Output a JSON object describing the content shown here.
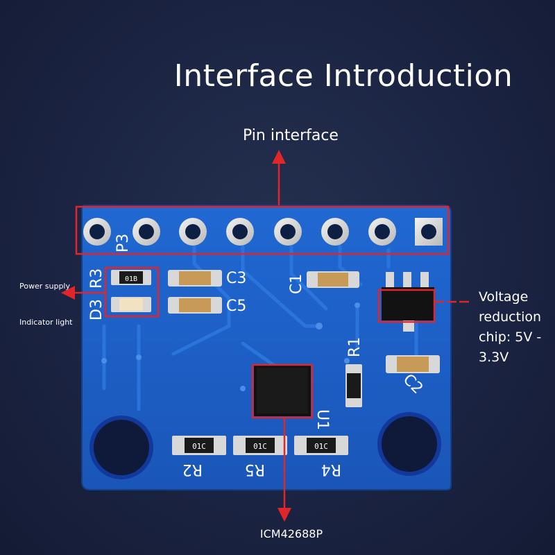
{
  "title": "Interface Introduction",
  "annotations": {
    "pin_interface": "Pin interface",
    "power_supply": "Power supply",
    "indicator_light": "Indicator light",
    "voltage_chip": [
      "Voltage",
      "reduction",
      "chip: 5V -",
      "3.3V"
    ],
    "sensor_chip": "ICM42688P"
  },
  "silkscreen": {
    "p3": "P3",
    "d3": "D3",
    "r3": "R3",
    "c3": "C3",
    "c5": "C5",
    "c1": "C1",
    "r1": "R1",
    "c2": "C2",
    "u1": "U1",
    "r2": "R2",
    "r5": "R5",
    "r4": "R4"
  },
  "component_marks": {
    "r3_code": "01B",
    "r2_code": "01C",
    "r5_code": "01C",
    "r4_code": "01C"
  },
  "colors": {
    "background": "#1b2443",
    "board": "#1d5fc6",
    "highlight": "#e0262a",
    "text": "#ffffff"
  }
}
